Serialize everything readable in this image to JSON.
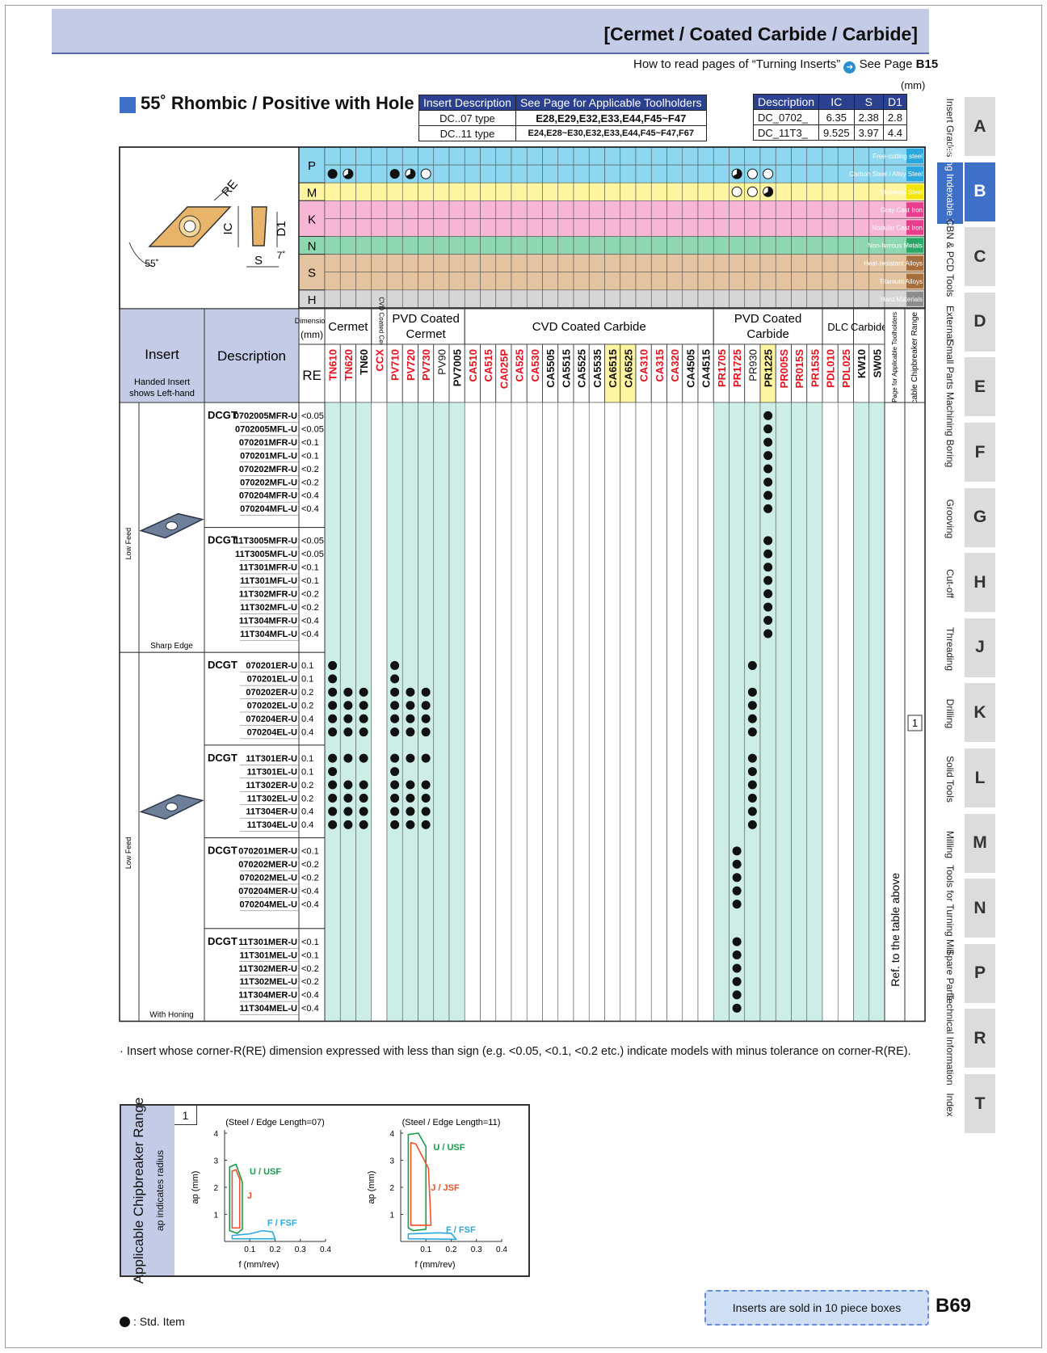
{
  "header": {
    "title": "[Cermet / Coated Carbide / Carbide]",
    "howto_text": "How to read pages of “Turning Inserts”",
    "howto_icon": "arrow-right-icon",
    "see_page": "See Page",
    "see_page_ref": "B15",
    "unit": "(mm)"
  },
  "section": {
    "title": "55˚ Rhombic / Positive with Hole"
  },
  "toolholders": {
    "headers": [
      "Insert Description",
      "See Page for Applicable Toolholders"
    ],
    "rows": [
      [
        "DC..07 type",
        "E28,E29,E32,E33,E44,F45~F47"
      ],
      [
        "DC..11 type",
        "E24,E28~E30,E32,E33,E44,F45~F47,F67"
      ]
    ]
  },
  "dimensions": {
    "headers": [
      "Description",
      "IC",
      "S",
      "D1"
    ],
    "rows": [
      [
        "DC_0702_",
        "6.35",
        "2.38",
        "2.8"
      ],
      [
        "DC_11T3_",
        "9.525",
        "3.97",
        "4.4"
      ]
    ]
  },
  "drawing": {
    "labels": [
      "RE",
      "IC",
      "D1",
      "S",
      "7˚",
      "55˚"
    ]
  },
  "materials": [
    {
      "letter": "P",
      "color": "#8dd8f0",
      "subs": [
        {
          "name": "Free-cutting steel",
          "hl": "#2aa8e0"
        },
        {
          "name": "Carbon Steel / Alloy Steel",
          "hl": "#2aa8e0"
        }
      ]
    },
    {
      "letter": "M",
      "color": "#fff5a0",
      "subs": [
        {
          "name": "Stainless Steel",
          "hl": "#f5e400"
        }
      ]
    },
    {
      "letter": "K",
      "color": "#f7b6d3",
      "subs": [
        {
          "name": "Gray Cast Iron",
          "hl": "#e83d8c"
        },
        {
          "name": "Nodular Cast Iron",
          "hl": "#e83d8c"
        }
      ]
    },
    {
      "letter": "N",
      "color": "#8fd7b0",
      "subs": [
        {
          "name": "Non-ferrous Metals",
          "hl": "#2aa868"
        }
      ]
    },
    {
      "letter": "S",
      "color": "#e4c4a0",
      "subs": [
        {
          "name": "Heat-resistant Alloys",
          "hl": "#a66e3c"
        },
        {
          "name": "Titanium Alloys",
          "hl": "#a66e3c"
        }
      ]
    },
    {
      "letter": "H",
      "color": "#d6d6d6",
      "subs": [
        {
          "name": "Hard Materials",
          "hl": "#8c8c8c"
        }
      ]
    }
  ],
  "groups": [
    {
      "name": "Cermet",
      "span": 3,
      "tint": "#cdeee6"
    },
    {
      "name": "CVD Coated Cermet",
      "span": 1,
      "tint": "#fff"
    },
    {
      "name": "PVD Coated Cermet",
      "span": 5,
      "tint": "#cdeee6"
    },
    {
      "name": "CVD Coated Carbide",
      "span": 16,
      "tint": "#fff"
    },
    {
      "name": "PVD Coated Carbide",
      "span": 7,
      "tint": "#cdeee6"
    },
    {
      "name": "DLC",
      "span": 2,
      "tint": "#fff"
    },
    {
      "name": "Carbide",
      "span": 2,
      "tint": "#cdeee6"
    }
  ],
  "grades": [
    {
      "name": "TN610",
      "c": "#e8101e"
    },
    {
      "name": "TN620",
      "c": "#e8101e"
    },
    {
      "name": "TN60",
      "c": "#111"
    },
    {
      "name": "CCX",
      "c": "#e8101e"
    },
    {
      "name": "PV710",
      "c": "#e8101e"
    },
    {
      "name": "PV720",
      "c": "#e8101e"
    },
    {
      "name": "PV730",
      "c": "#e8101e"
    },
    {
      "name": "PV90",
      "c": "#111",
      "n": 1
    },
    {
      "name": "PV7005",
      "c": "#111"
    },
    {
      "name": "CA510",
      "c": "#e8101e"
    },
    {
      "name": "CA515",
      "c": "#e8101e"
    },
    {
      "name": "CA025P",
      "c": "#e8101e"
    },
    {
      "name": "CA525",
      "c": "#e8101e"
    },
    {
      "name": "CA530",
      "c": "#e8101e"
    },
    {
      "name": "CA5505",
      "c": "#111"
    },
    {
      "name": "CA5515",
      "c": "#111"
    },
    {
      "name": "CA5525",
      "c": "#111"
    },
    {
      "name": "CA5535",
      "c": "#111"
    },
    {
      "name": "CA6515",
      "c": "#111",
      "bg": "#fff5a0"
    },
    {
      "name": "CA6525",
      "c": "#111",
      "bg": "#fff5a0"
    },
    {
      "name": "CA310",
      "c": "#e8101e"
    },
    {
      "name": "CA315",
      "c": "#e8101e"
    },
    {
      "name": "CA320",
      "c": "#e8101e"
    },
    {
      "name": "CA4505",
      "c": "#111"
    },
    {
      "name": "CA4515",
      "c": "#111"
    },
    {
      "name": "PR1705",
      "c": "#e8101e"
    },
    {
      "name": "PR1725",
      "c": "#e8101e"
    },
    {
      "name": "PR930",
      "c": "#111",
      "n": 1
    },
    {
      "name": "PR1225",
      "c": "#111",
      "bg": "#fff5a0"
    },
    {
      "name": "PR005S",
      "c": "#e8101e"
    },
    {
      "name": "PR015S",
      "c": "#e8101e"
    },
    {
      "name": "PR1535",
      "c": "#e8101e"
    },
    {
      "name": "PDL010",
      "c": "#e8101e"
    },
    {
      "name": "PDL025",
      "c": "#e8101e"
    },
    {
      "name": "KW10",
      "c": "#111"
    },
    {
      "name": "SW05",
      "c": "#111"
    }
  ],
  "ref_cols": [
    "See Page for Applicable Toolholders",
    "Applicable Chipbreaker Range"
  ],
  "perf": {
    "P": {
      "0": "F",
      "1": "H",
      "4": "F",
      "5": "H",
      "6": "L",
      "26": "H",
      "27": "L",
      "28": "L"
    },
    "M": {
      "26": "L",
      "27": "L",
      "28": "H"
    }
  },
  "col_headers": {
    "insert": "Insert",
    "insert_note": "Handed Insert shows Left-hand",
    "description": "Description",
    "dimension": "Dimension (mm)",
    "re": "RE"
  },
  "blocks": [
    {
      "side": "Low Feed",
      "edge": "Sharp Edge",
      "groups": [
        {
          "series": "DCGT",
          "rows": [
            [
              "0702005MFR-U",
              "<0.05",
              [
                28
              ]
            ],
            [
              "0702005MFL-U",
              "<0.05",
              [
                28
              ]
            ],
            [
              "070201MFR-U",
              "<0.1",
              [
                28
              ]
            ],
            [
              "070201MFL-U",
              "<0.1",
              [
                28
              ]
            ],
            [
              "070202MFR-U",
              "<0.2",
              [
                28
              ]
            ],
            [
              "070202MFL-U",
              "<0.2",
              [
                28
              ]
            ],
            [
              "070204MFR-U",
              "<0.4",
              [
                28
              ]
            ],
            [
              "070204MFL-U",
              "<0.4",
              [
                28
              ]
            ]
          ]
        },
        {
          "series": "DCGT",
          "rows": [
            [
              "11T3005MFR-U",
              "<0.05",
              [
                28
              ]
            ],
            [
              "11T3005MFL-U",
              "<0.05",
              [
                28
              ]
            ],
            [
              "11T301MFR-U",
              "<0.1",
              [
                28
              ]
            ],
            [
              "11T301MFL-U",
              "<0.1",
              [
                28
              ]
            ],
            [
              "11T302MFR-U",
              "<0.2",
              [
                28
              ]
            ],
            [
              "11T302MFL-U",
              "<0.2",
              [
                28
              ]
            ],
            [
              "11T304MFR-U",
              "<0.4",
              [
                28
              ]
            ],
            [
              "11T304MFL-U",
              "<0.4",
              [
                28
              ]
            ]
          ]
        }
      ]
    },
    {
      "side": "Low Feed",
      "edge": "With Honing",
      "groups": [
        {
          "series": "DCGT",
          "rows": [
            [
              "070201ER-U",
              "0.1",
              [
                0,
                4,
                27
              ]
            ],
            [
              "070201EL-U",
              "0.1",
              [
                0,
                4
              ]
            ],
            [
              "070202ER-U",
              "0.2",
              [
                0,
                1,
                2,
                4,
                5,
                6,
                27
              ]
            ],
            [
              "070202EL-U",
              "0.2",
              [
                0,
                1,
                2,
                4,
                5,
                6,
                27
              ]
            ],
            [
              "070204ER-U",
              "0.4",
              [
                0,
                1,
                2,
                4,
                5,
                6,
                27
              ]
            ],
            [
              "070204EL-U",
              "0.4",
              [
                0,
                1,
                2,
                4,
                5,
                6,
                27
              ]
            ]
          ]
        },
        {
          "series": "DCGT",
          "rows": [
            [
              "11T301ER-U",
              "0.1",
              [
                0,
                1,
                2,
                4,
                5,
                6,
                27
              ]
            ],
            [
              "11T301EL-U",
              "0.1",
              [
                0,
                4,
                27
              ]
            ],
            [
              "11T302ER-U",
              "0.2",
              [
                0,
                1,
                2,
                4,
                5,
                6,
                27
              ]
            ],
            [
              "11T302EL-U",
              "0.2",
              [
                0,
                1,
                2,
                4,
                5,
                6,
                27
              ]
            ],
            [
              "11T304ER-U",
              "0.4",
              [
                0,
                1,
                2,
                4,
                5,
                6,
                27
              ]
            ],
            [
              "11T304EL-U",
              "0.4",
              [
                0,
                1,
                2,
                4,
                5,
                6,
                27
              ]
            ]
          ]
        },
        {
          "series": "DCGT",
          "rows": [
            [
              "070201MER-U",
              "<0.1",
              [
                26
              ]
            ],
            [
              "070202MER-U",
              "<0.2",
              [
                26
              ]
            ],
            [
              "070202MEL-U",
              "<0.2",
              [
                26
              ]
            ],
            [
              "070204MER-U",
              "<0.4",
              [
                26
              ]
            ],
            [
              "070204MEL-U",
              "<0.4",
              [
                26
              ]
            ]
          ]
        },
        {
          "series": "DCGT",
          "rows": [
            [
              "11T301MER-U",
              "<0.1",
              [
                26
              ]
            ],
            [
              "11T301MEL-U",
              "<0.1",
              [
                26
              ]
            ],
            [
              "11T302MER-U",
              "<0.2",
              [
                26
              ]
            ],
            [
              "11T302MEL-U",
              "<0.2",
              [
                26
              ]
            ],
            [
              "11T304MER-U",
              "<0.4",
              [
                26
              ]
            ],
            [
              "11T304MEL-U",
              "<0.4",
              [
                26
              ]
            ]
          ]
        }
      ]
    }
  ],
  "ref_text": "Ref. to the table above",
  "chipbreaker_ref": "1",
  "note": "· Insert whose corner-R(RE) dimension expressed with less than sign (e.g. <0.05, <0.1, <0.2 etc.) indicate models with minus tolerance on corner-R(RE).",
  "chipbreaker": {
    "title": "Applicable Chipbreaker Range",
    "subtitle": "ap indicates radius",
    "num": "1"
  },
  "chart_data": [
    {
      "type": "area",
      "title": "(Steel / Edge Length=07)",
      "xlabel": "f (mm/rev)",
      "ylabel": "ap (mm)",
      "xlim": [
        0,
        0.4
      ],
      "ylim": [
        0,
        4
      ],
      "x_ticks": [
        "0.1",
        "0.2",
        "0.3",
        "0.4"
      ],
      "y_ticks": [
        "1",
        "2",
        "3",
        "4"
      ],
      "series": [
        {
          "name": "U / USF",
          "color": "#1a9a4a",
          "points": [
            [
              0.02,
              0.4
            ],
            [
              0.02,
              2.75
            ],
            [
              0.045,
              2.85
            ],
            [
              0.055,
              2.6
            ],
            [
              0.07,
              2.2
            ],
            [
              0.07,
              0.45
            ],
            [
              0.05,
              0.3
            ]
          ]
        },
        {
          "name": "J",
          "color": "#f0502a",
          "points": [
            [
              0.03,
              0.5
            ],
            [
              0.03,
              2.6
            ],
            [
              0.045,
              2.65
            ],
            [
              0.06,
              2.3
            ],
            [
              0.06,
              0.5
            ]
          ]
        },
        {
          "name": "F / FSF",
          "color": "#2aa8e0",
          "points": [
            [
              0.03,
              0.1
            ],
            [
              0.03,
              0.22
            ],
            [
              0.1,
              0.28
            ],
            [
              0.15,
              0.4
            ],
            [
              0.19,
              0.35
            ],
            [
              0.2,
              0.1
            ]
          ]
        }
      ]
    },
    {
      "type": "area",
      "title": "(Steel / Edge Length=11)",
      "xlabel": "f (mm/rev)",
      "ylabel": "ap (mm)",
      "xlim": [
        0,
        0.4
      ],
      "ylim": [
        0,
        4
      ],
      "x_ticks": [
        "0.1",
        "0.2",
        "0.3",
        "0.4"
      ],
      "y_ticks": [
        "1",
        "2",
        "3",
        "4"
      ],
      "series": [
        {
          "name": "U / USF",
          "color": "#1a9a4a",
          "points": [
            [
              0.03,
              0.5
            ],
            [
              0.03,
              3.95
            ],
            [
              0.07,
              4.0
            ],
            [
              0.1,
              3.5
            ],
            [
              0.1,
              0.45
            ],
            [
              0.05,
              0.4
            ]
          ]
        },
        {
          "name": "J / JSF",
          "color": "#f0502a",
          "points": [
            [
              0.04,
              0.6
            ],
            [
              0.04,
              3.65
            ],
            [
              0.06,
              3.6
            ],
            [
              0.11,
              2.7
            ],
            [
              0.12,
              0.6
            ]
          ]
        },
        {
          "name": "F / FSF",
          "color": "#2aa8e0",
          "points": [
            [
              0.03,
              0.1
            ],
            [
              0.03,
              0.28
            ],
            [
              0.15,
              0.32
            ],
            [
              0.2,
              0.3
            ],
            [
              0.22,
              0.08
            ]
          ]
        }
      ]
    }
  ],
  "legend": {
    "text": ": Std. Item"
  },
  "footer": {
    "sold": "Inserts are sold in 10 piece boxes",
    "page": "B69"
  },
  "tabs": [
    {
      "letter": "A",
      "label": "Insert Grades"
    },
    {
      "letter": "B",
      "label": "Turning Indexable Inserts",
      "active": true
    },
    {
      "letter": "C",
      "label": "CBN & PCD Tools"
    },
    {
      "letter": "D",
      "label": "External"
    },
    {
      "letter": "E",
      "label": "Small Parts Machining"
    },
    {
      "letter": "F",
      "label": "Boring"
    },
    {
      "letter": "G",
      "label": "Grooving"
    },
    {
      "letter": "H",
      "label": "Cut-off"
    },
    {
      "letter": "J",
      "label": "Threading"
    },
    {
      "letter": "K",
      "label": "Drilling"
    },
    {
      "letter": "L",
      "label": "Solid Tools"
    },
    {
      "letter": "M",
      "label": "Milling"
    },
    {
      "letter": "N",
      "label": "Tools for Turning Mill"
    },
    {
      "letter": "P",
      "label": "Spare Parts"
    },
    {
      "letter": "R",
      "label": "Technical Information"
    },
    {
      "letter": "T",
      "label": "Index"
    }
  ]
}
